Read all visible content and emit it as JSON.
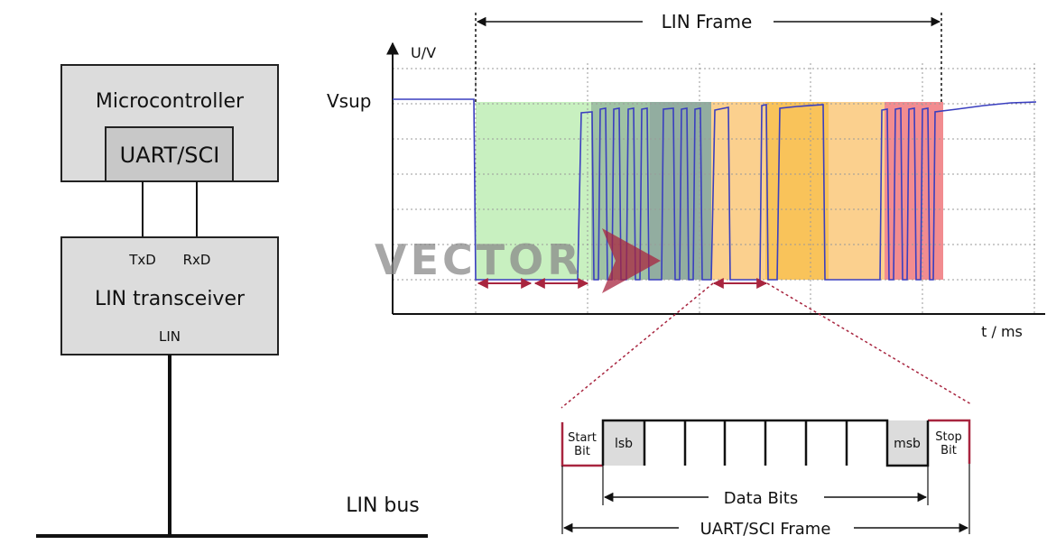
{
  "block_diagram": {
    "microcontroller_label": "Microcontroller",
    "uart_label": "UART/SCI",
    "txd_label": "TxD",
    "rxd_label": "RxD",
    "transceiver_label": "LIN transceiver",
    "lin_pin_label": "LIN",
    "bus_label": "LIN bus"
  },
  "oscilloscope": {
    "frame_label": "LIN Frame",
    "y_axis_label": "U/V",
    "x_axis_label": "t / ms",
    "vsup_label": "Vsup",
    "watermark_text": "VECTOR"
  },
  "uart_frame": {
    "start_label_1": "Start",
    "start_label_2": "Bit",
    "lsb_label": "lsb",
    "msb_label": "msb",
    "stop_label_1": "Stop",
    "stop_label_2": "Bit",
    "data_bits_label": "Data Bits",
    "frame_label": "UART/SCI Frame"
  },
  "colors": {
    "box_fill": "#dcdcdc",
    "uart_fill": "#c8c8c8",
    "trace": "#3a3fbf",
    "arrow_red": "#a8253f",
    "region_green": "#c8f0c0",
    "region_teal": "#9fc2a4",
    "region_gray": "#7f9f8f",
    "region_orange": "#fbd08e",
    "region_amber": "#f9c35a",
    "region_red": "#f28c90",
    "logo_gray": "#8a8a8a",
    "logo_red": "#a8253f"
  }
}
